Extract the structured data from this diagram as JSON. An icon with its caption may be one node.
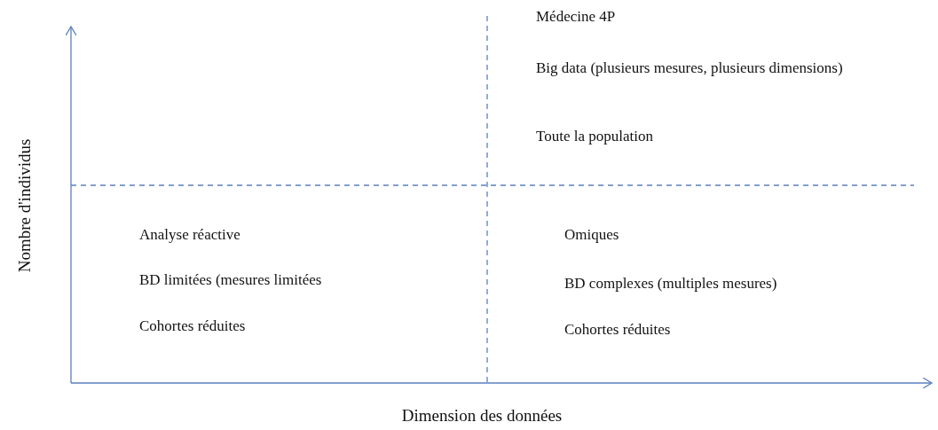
{
  "diagram": {
    "labels": [
      "Médecine 4P",
      "Big data (plusieurs mesures, plusieurs dimensions)",
      "Toute la population",
      "Analyse réactive",
      "BD limitées (mesures limitées",
      "Cohortes réduites",
      "Omiques",
      "BD complexes (multiples mesures)",
      "Cohortes réduites",
      "Nombre d'individus",
      "Dimension des données"
    ]
  }
}
